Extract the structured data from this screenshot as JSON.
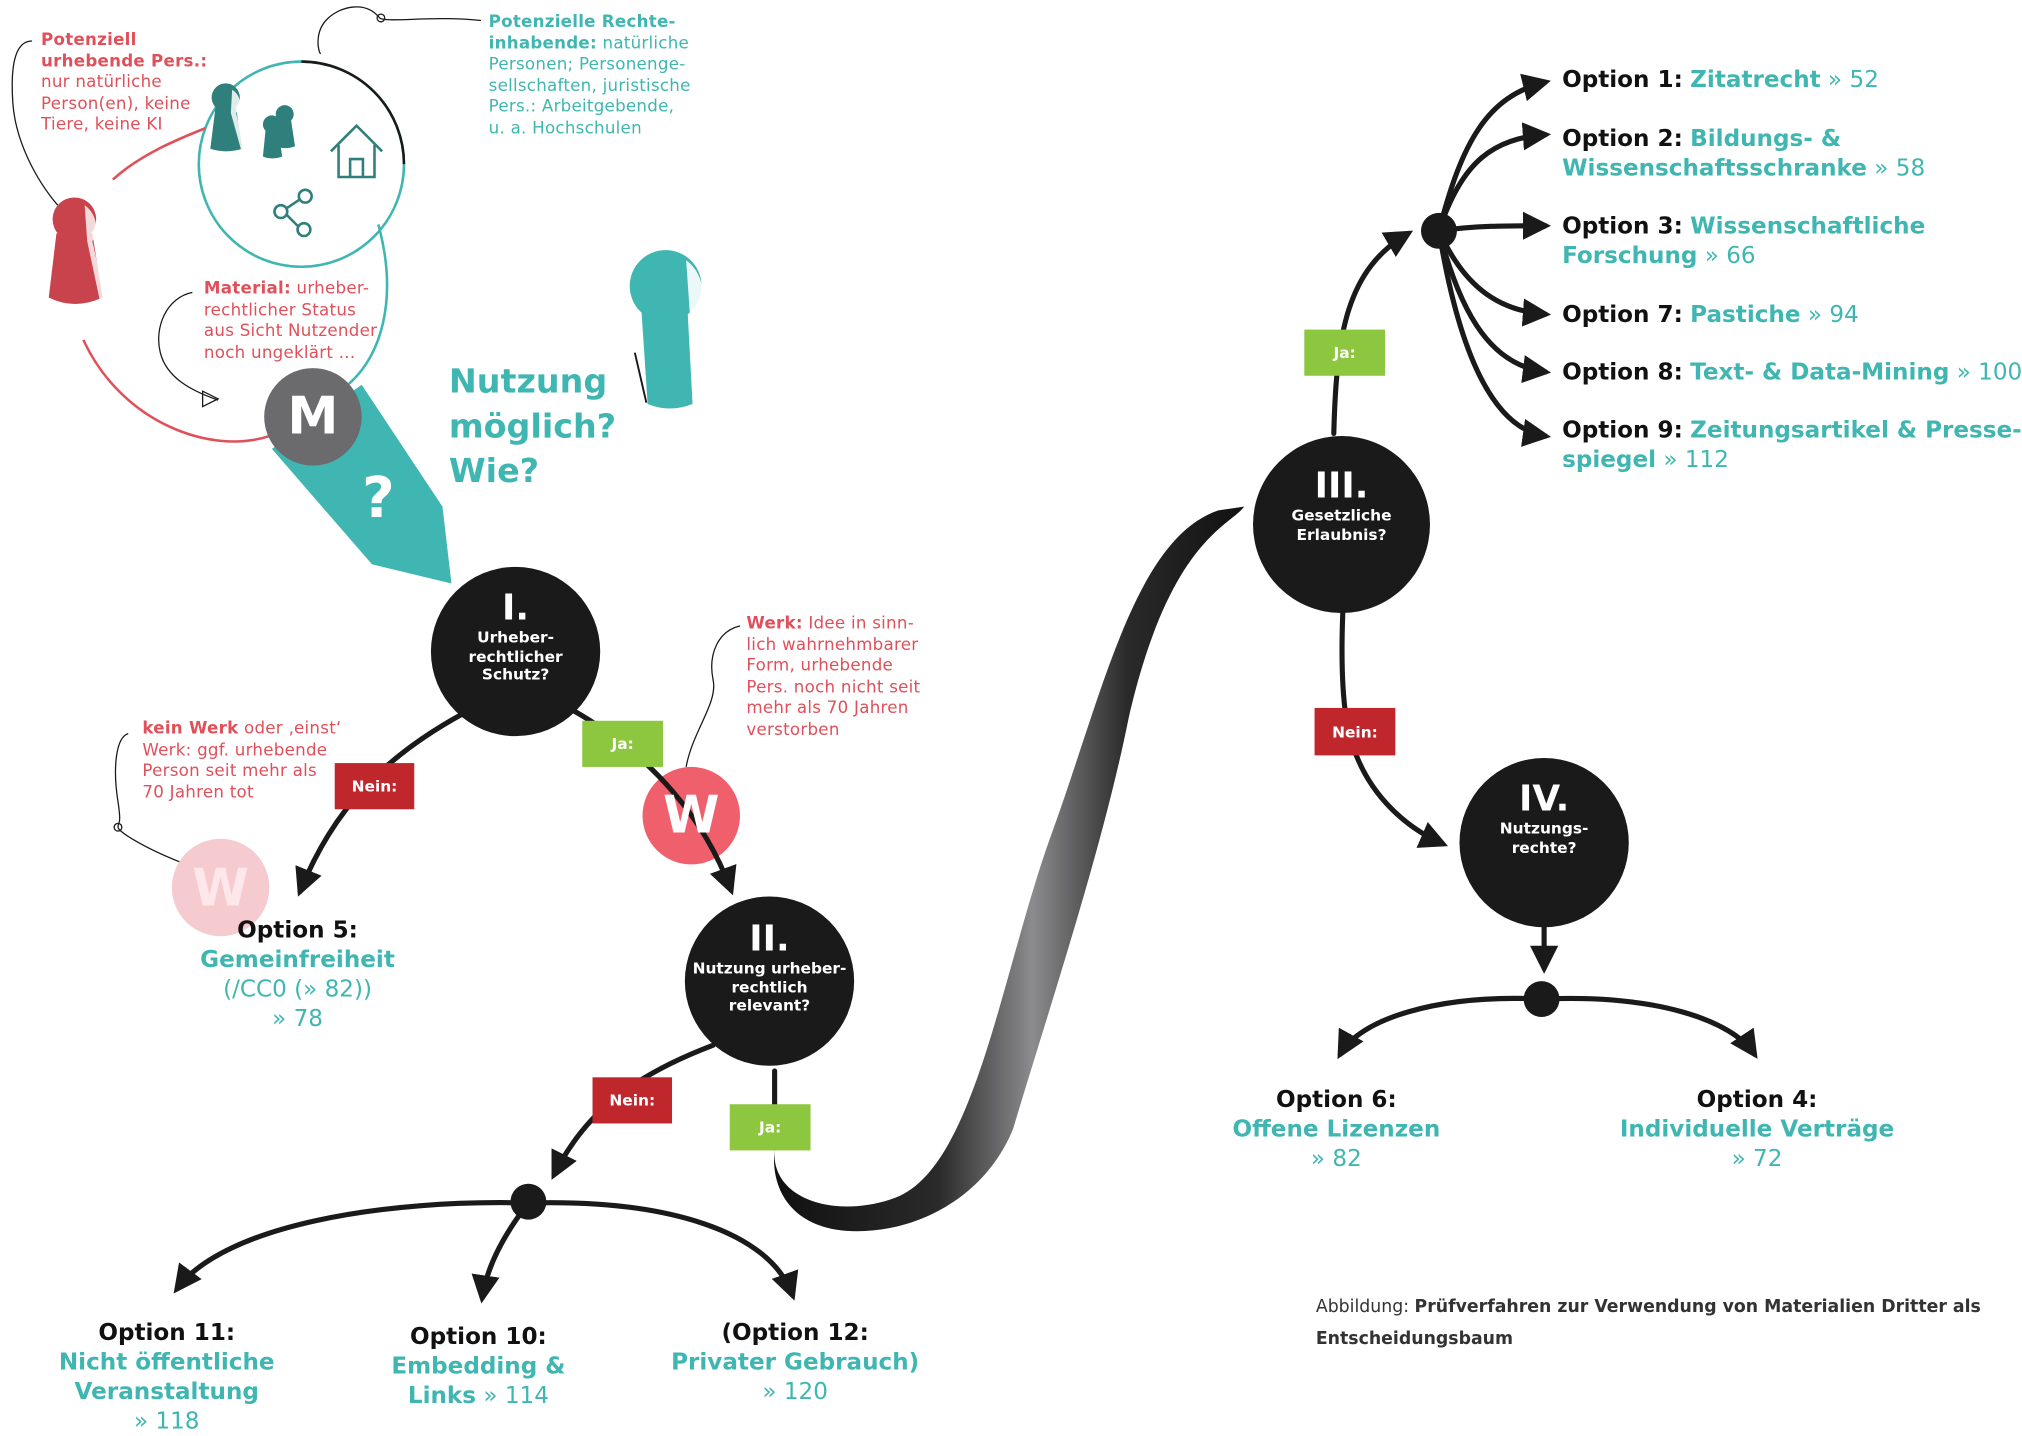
{
  "colors": {
    "teal": "#3fb6b1",
    "red": "#e0505a",
    "dark": "#1b1a1a",
    "grey": "#6b6b6d",
    "tag_green": "#8dc63f",
    "tag_red": "#c0272d",
    "pale_pink": "#f6cbd0"
  },
  "annotations": {
    "urhebende": {
      "bold": "Potenziell\nurhebende Pers.:",
      "text": "nur natürliche\nPerson(en), keine\nTiere, keine KI"
    },
    "rechteinhabende": {
      "bold": "Potenzielle Rechte-\ninhabende:",
      "text": "natürliche\nPersonen; Personenge-\nsellschaften, juristische\nPers.: Arbeitgebende,\nu. a. Hochschulen"
    },
    "material": {
      "bold": "Material:",
      "text": "urheber-\nrechtlicher Status\naus Sicht Nutzender\nnoch ungeklärt ..."
    },
    "werk": {
      "bold": "Werk:",
      "text": "Idee in sinn-\nlich wahrnehmbarer\nForm, urhebende\nPers. noch nicht seit\nmehr als 70 Jahren\nverstorben"
    },
    "kein_werk": {
      "bold": "kein Werk",
      "text": "oder ‚einst‘\nWerk: ggf. urhebende\nPerson seit mehr als\n70 Jahren tot"
    }
  },
  "question": "Nutzung\nmöglich?\nWie?",
  "badges": {
    "m": "M",
    "q": "?",
    "w": "W",
    "w_faded": "W"
  },
  "icons": [
    "person-red-icon",
    "person-teal-icon",
    "persons-group-icon",
    "house-icon",
    "share-network-icon",
    "keyhole-person-icon"
  ],
  "nodes": {
    "n1": {
      "roman": "I.",
      "question": "Urheber-\nrechtlicher\nSchutz?"
    },
    "n2": {
      "roman": "II.",
      "question": "Nutzung urheber-\nrechtlich\nrelevant?"
    },
    "n3": {
      "roman": "III.",
      "question": "Gesetzliche\nErlaubnis?"
    },
    "n4": {
      "roman": "IV.",
      "question": "Nutzungs-\nrechte?"
    }
  },
  "tags": {
    "n1_nein": "Nein:",
    "n1_ja": "Ja:",
    "n2_nein": "Nein:",
    "n2_ja": "Ja:",
    "n3_ja": "Ja:",
    "n3_nein": "Nein:"
  },
  "options_right": [
    {
      "label": "Option 1:",
      "name": "Zitatrecht",
      "name2": "",
      "page": "» 52"
    },
    {
      "label": "Option 2:",
      "name": "Bildungs- &",
      "name2": "Wissenschaftsschranke",
      "page": "» 58"
    },
    {
      "label": "Option 3:",
      "name": "Wissenschaftliche",
      "name2": "Forschung",
      "page": " » 66"
    },
    {
      "label": "Option 7:",
      "name": "Pastiche",
      "name2": "",
      "page": "» 94"
    },
    {
      "label": "Option 8:",
      "name": "Text- & Data-Mining",
      "name2": "",
      "page": "» 100"
    },
    {
      "label": "Option 9:",
      "name": "Zeitungsartikel & Presse-",
      "name2": "spiegel",
      "page": "» 112"
    }
  ],
  "options_center": {
    "o5": {
      "label": "Option 5:",
      "name": "Gemeinfreiheit",
      "line3": "(/CC0 (» 82))",
      "page": "» 78"
    },
    "o6": {
      "label": "Option 6:",
      "name": "Offene Lizenzen",
      "page": "» 82"
    },
    "o4": {
      "label": "Option 4:",
      "name": "Individuelle Verträge",
      "page": "» 72"
    },
    "o11": {
      "label": "Option 11:",
      "name": "Nicht öffentliche",
      "name2": "Veranstaltung",
      "page": "» 118"
    },
    "o10": {
      "label": "Option 10:",
      "name": "Embedding &",
      "name2": "Links",
      "page": " » 114"
    },
    "o12": {
      "label": "(Option 12:",
      "name": "Privater Gebrauch)",
      "page": "» 120"
    }
  },
  "caption": {
    "prefix": "Abbildung: ",
    "bold1": "Prüfverfahren zur Verwendung von Materialien Dritter als",
    "bold2": "Entscheidungsbaum"
  }
}
